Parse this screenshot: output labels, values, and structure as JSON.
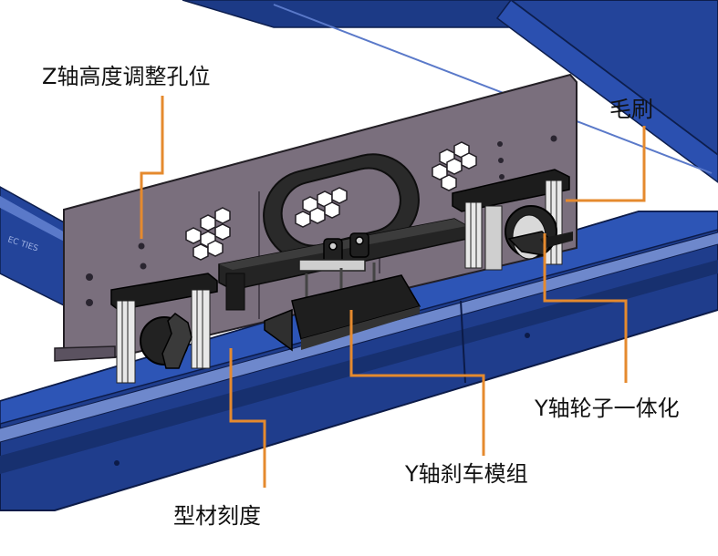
{
  "labels": {
    "z_axis": "Z轴高度调整孔位",
    "brush": "毛刷",
    "y_wheel": "Y轴轮子一体化",
    "y_brake": "Y轴刹车模组",
    "profile_scale": "型材刻度"
  },
  "colors": {
    "leader_line": "#e58a2e",
    "frame_blue": "#1f3d8c",
    "plate": "#7a6f7d",
    "parts_black": "#1a1a1a"
  }
}
